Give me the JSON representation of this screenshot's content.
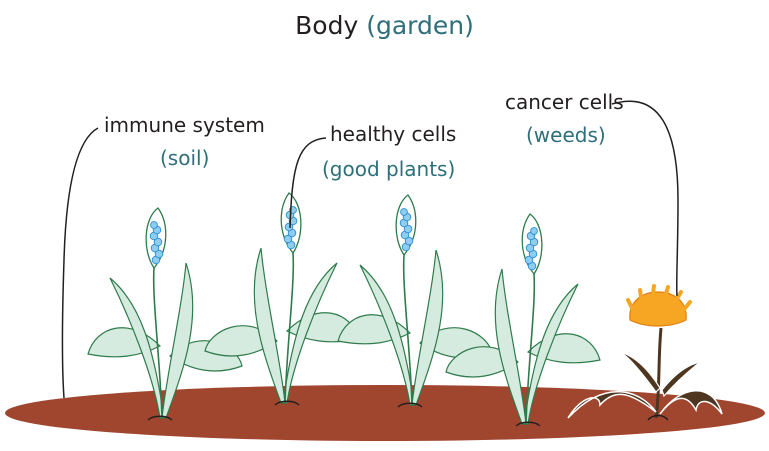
{
  "title": {
    "main": "Body",
    "sub": "(garden)"
  },
  "labels": {
    "immune": {
      "term": "immune system",
      "analogy": "(soil)"
    },
    "healthy": {
      "term": "healthy cells",
      "analogy": "(good plants)"
    },
    "cancer": {
      "term": "cancer cells",
      "analogy": "(weeds)"
    }
  },
  "colors": {
    "soil": "#a0462f",
    "leaf_fill": "#d6ebdf",
    "leaf_stroke": "#2f7b4c",
    "bud": "#8fcdf0",
    "weed_leaf": "#4e3621",
    "flower": "#f6a623",
    "label_teal": "#2e6f7a",
    "text_dark": "#231f20"
  }
}
